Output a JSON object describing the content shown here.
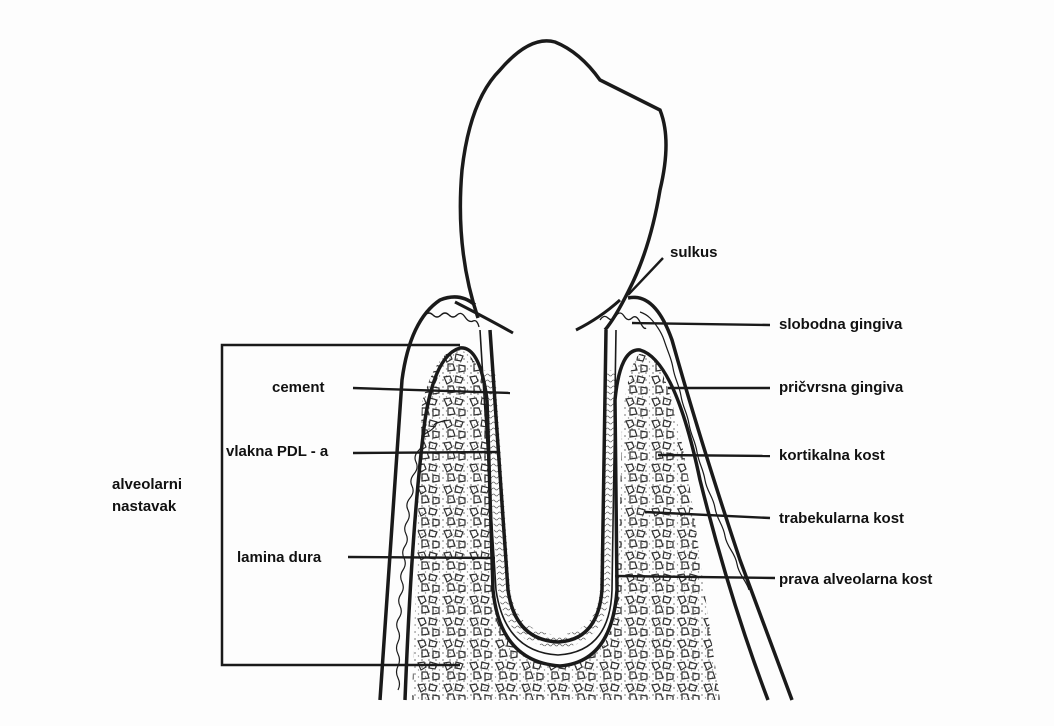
{
  "labels": {
    "sulkus": "sulkus",
    "slobodna_gingiva": "slobodna gingiva",
    "pricvrsna_gingiva": "pričvrsna gingiva",
    "kortikalna_kost": "kortikalna kost",
    "trabekularna_kost": "trabekularna kost",
    "prava_alveolarna_kost": "prava alveolarna kost",
    "cement": "cement",
    "vlakna_pdl": "vlakna PDL - a",
    "alveolarni_line1": "alveolarni",
    "alveolarni_line2": "nastavak",
    "lamina_dura": "lamina dura"
  },
  "colors": {
    "ink": "#1a1a1a",
    "paper": "#fdfdfd"
  }
}
